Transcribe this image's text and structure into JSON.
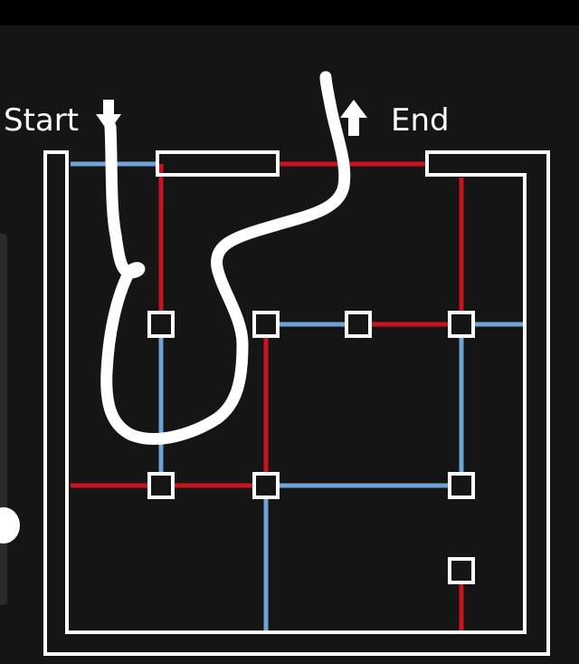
{
  "labels": {
    "start": "Start",
    "end": "End"
  },
  "colors": {
    "background": "#151515",
    "wall": "#ffffff",
    "red_wire": "#c8141e",
    "blue_wire": "#6fa2d6",
    "node_fill": "#151515",
    "drawn_path": "#ffffff"
  },
  "icons": {
    "start_arrow": "arrow-down-icon",
    "end_arrow": "arrow-up-icon",
    "side_control": "slider-handle"
  }
}
